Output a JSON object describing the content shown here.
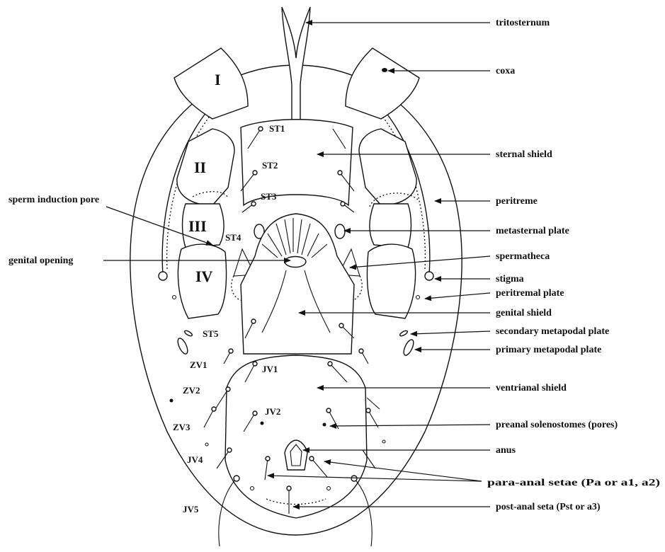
{
  "labels": {
    "tritosternum": "tritosternum",
    "coxa": "coxa",
    "sternal_shield": "sternal shield",
    "peritreme": "peritreme",
    "metasternal_plate": "metasternal plate",
    "spermatheca": "spermatheca",
    "stigma": "stigma",
    "peritremal_plate": "peritremal plate",
    "genital_shield": "genital shield",
    "secondary_metapodal_plate": "secondary metapodal plate",
    "primary_metapodal_plate": "primary metapodal plate",
    "ventrianal_shield": "ventrianal shield",
    "preanal_solenostomes": "preanal solenostomes (pores)",
    "anus": "anus",
    "para_anal_setae": "para-anal setae  (Pa or a1, a2)",
    "post_anal_seta": "post-anal seta  (Pst or a3)",
    "sperm_induction_pore": "sperm induction pore",
    "genital_opening": "genital opening"
  },
  "coxae": {
    "I": "I",
    "II": "II",
    "III": "III",
    "IV": "IV"
  },
  "setae": {
    "st1": "ST1",
    "st2": "ST2",
    "st3": "ST3",
    "st4": "ST4",
    "st5": "ST5",
    "zv1": "ZV1",
    "zv2": "ZV2",
    "zv3": "ZV3",
    "jv4": "JV4",
    "jv5": "JV5",
    "jv1": "JV1",
    "jv2": "JV2"
  }
}
